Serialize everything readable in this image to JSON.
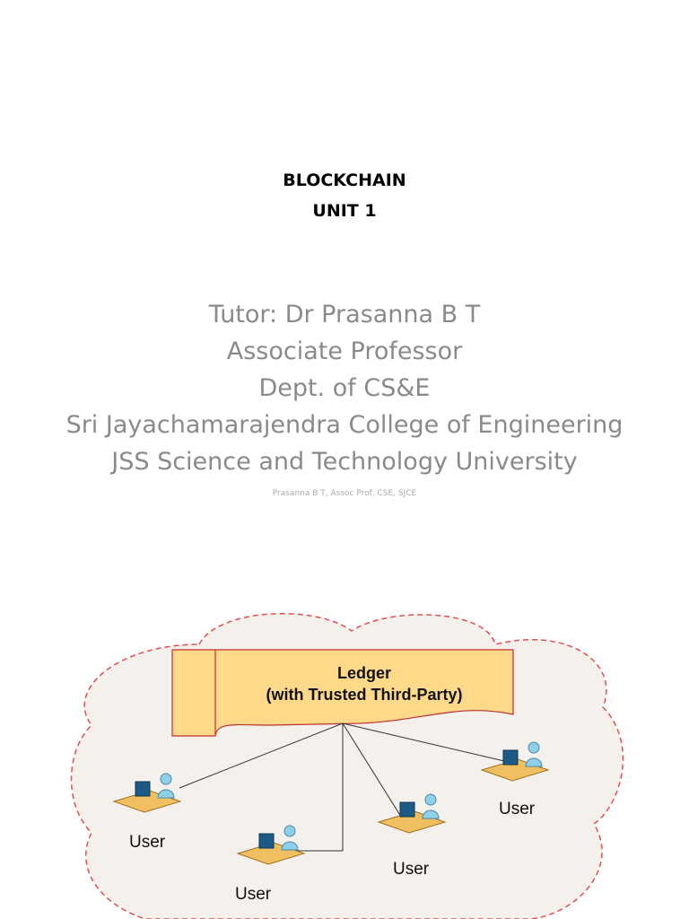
{
  "slide1": {
    "title_line1": "BLOCKCHAIN",
    "title_line2": "UNIT 1",
    "subtitle_lines": [
      "Tutor: Dr Prasanna B T",
      "Associate Professor",
      "Dept. of CS&E",
      "Sri Jayachamarajendra College of Engineering",
      "JSS Science and Technology University"
    ],
    "footer": "Prasanna B T, Assoc Prof, CSE, SJCE"
  },
  "diagram": {
    "ledger_line1": "Ledger",
    "ledger_line2": "(with Trusted Third-Party)",
    "users": [
      "User",
      "User",
      "User",
      "User"
    ],
    "colors": {
      "cloud_fill": "#f4f1ec",
      "cloud_border": "#e05050",
      "ledger_fill": "#ffd98a",
      "ledger_border": "#d03030",
      "person": "#8fd0e8",
      "desk": "#f0c060"
    }
  }
}
